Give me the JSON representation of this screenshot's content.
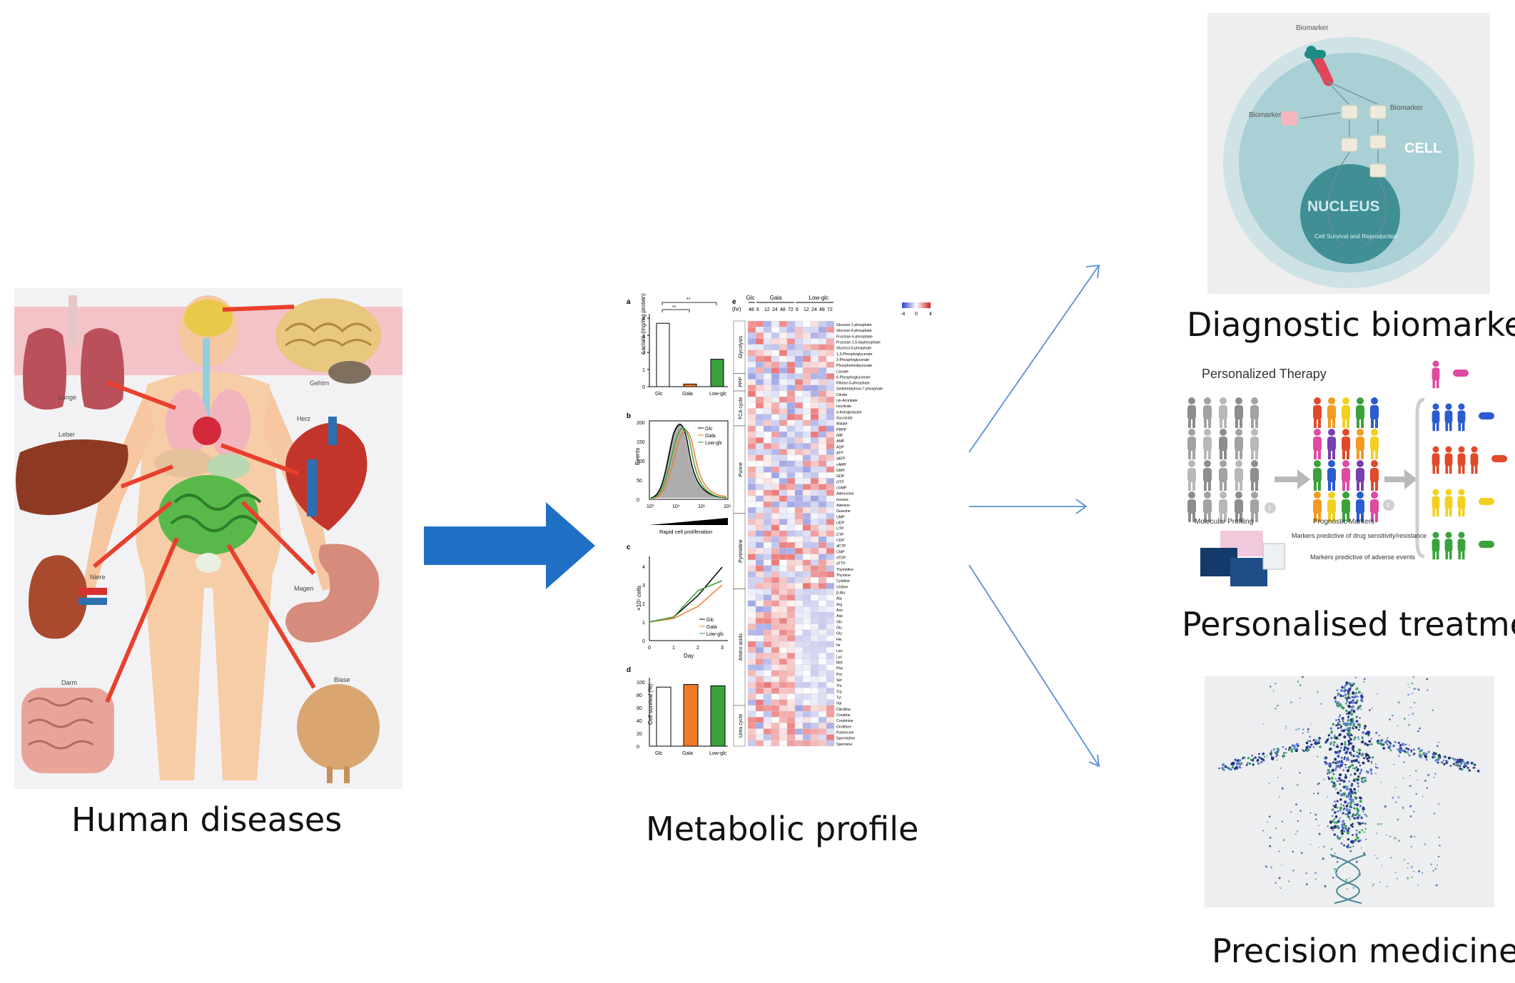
{
  "captions": {
    "human_diseases": "Human diseases",
    "metabolic_profile": "Metabolic profile",
    "diagnostic_biomarkers": "Diagnostic biomarkers",
    "personalised_treatment": "Personalised treatment",
    "precision_medicine": "Precision medicine"
  },
  "anatomy": {
    "labels": [
      "Lunge",
      "Gehirn",
      "Leber",
      "Herz",
      "Niere",
      "Magen",
      "Darm",
      "Blase"
    ]
  },
  "metabolic": {
    "panels": [
      "a",
      "b",
      "c",
      "d",
      "e"
    ],
    "panel_a": {
      "ylabel": "Lactate (mg/mg protein)",
      "categories": [
        "Glc",
        "Gala",
        "Low-glc"
      ],
      "values": [
        3.7,
        0.15,
        1.6
      ],
      "yticks": [
        "0",
        "1",
        "2",
        "3",
        "4"
      ],
      "sig": "**"
    },
    "panel_b": {
      "ylabel": "Events",
      "xlabel": "Rapid cell proliferation",
      "legend": [
        "Glc",
        "Gala",
        "Low-glc"
      ],
      "yticks": [
        "0",
        "50",
        "100",
        "150",
        "200"
      ],
      "xticks": [
        "10³",
        "10⁴",
        "10⁵",
        "10⁶"
      ]
    },
    "panel_c": {
      "ylabel": "×10⁵ cells",
      "xlabel": "Day",
      "legend": [
        "Glc",
        "Gala",
        "Low-glc"
      ],
      "xticks": [
        "0",
        "1",
        "2",
        "3"
      ],
      "yticks": [
        "0",
        "1",
        "2",
        "3",
        "4"
      ]
    },
    "panel_d": {
      "ylabel": "Cell survival (%)",
      "categories": [
        "Glc",
        "Gala",
        "Low-glc"
      ],
      "values": [
        92,
        96,
        94
      ],
      "yticks": [
        "0",
        "20",
        "40",
        "60",
        "80",
        "100"
      ]
    },
    "heatmap": {
      "groups": [
        "Glc",
        "Gala",
        "Low-glc"
      ],
      "hr_label": "(hr)",
      "timepoints": [
        "48",
        "6",
        "12",
        "24",
        "48",
        "72",
        "6",
        "12",
        "24",
        "48",
        "72"
      ],
      "scale": [
        "-4",
        "0",
        "4"
      ],
      "pathways": [
        "Glycolysis",
        "PPP",
        "TCA cycle",
        "Purine",
        "Pyrimidine",
        "Amino acids",
        "Urea cycle"
      ],
      "metabolites": [
        "Glucose-1-phosphate",
        "Glucose-6-phosphate",
        "Fructose-6-phosphate",
        "Fructose-1,6-bisphosphate",
        "Glyceryl-3-phosphate",
        "1,3-Phosphoglycerate",
        "3-Phosphoglycerate",
        "Phosphoenolpyruvate",
        "Lactate",
        "6-Phosphogluconate",
        "Ribose-5-phosphate",
        "Sedoheptulose-7-phosphate",
        "Citrate",
        "cis-Aconitate",
        "Isocitrate",
        "α-Ketoglutarate",
        "Succinate",
        "Malate",
        "PRPP",
        "IMP",
        "AMP",
        "ADP",
        "ATP",
        "dATP",
        "cAMP",
        "GMP",
        "GDP",
        "GTP",
        "cGMP",
        "Adenosine",
        "Inosine",
        "Adenine",
        "Guanine",
        "UMP",
        "UDP",
        "UTP",
        "CTP",
        "CDP",
        "dCTP",
        "CMP",
        "dTDP",
        "dTTP",
        "Thymidine",
        "Thymine",
        "Cytidine",
        "Uridine",
        "β-Ala",
        "Ala",
        "Arg",
        "Asn",
        "Asp",
        "Gln",
        "Glu",
        "Gly",
        "His",
        "Ile",
        "Leu",
        "Lys",
        "Met",
        "Phe",
        "Pro",
        "Ser",
        "Thr",
        "Trp",
        "Tyr",
        "Val",
        "Citrulline",
        "Creatine",
        "Creatinine",
        "Ornithine",
        "Putrescine",
        "Spermidine",
        "Spermine"
      ]
    }
  },
  "biomarker": {
    "labels": [
      "Biomarker",
      "Biomarker",
      "Biomarker",
      "CELL",
      "NUCLEUS",
      "Cell Survival and Reproduction"
    ],
    "colors": {
      "outer": "#cfe3e6",
      "cell": "#a9d0d4",
      "nucleus": "#3f8f95",
      "receptor_teal": "#1d8c86",
      "receptor_red": "#e0455a"
    }
  },
  "personalized": {
    "title": "Personalized Therapy",
    "labels": [
      "Molecular Profiling",
      "Prognostic Markers",
      "Markers predictive of drug sensitivity/resistance",
      "Markers predictive of adverse events"
    ],
    "steps": [
      "1",
      "2"
    ]
  },
  "arrow": {
    "color": "#1f6fc5"
  },
  "diverge": {
    "color": "#5a8fd6"
  }
}
